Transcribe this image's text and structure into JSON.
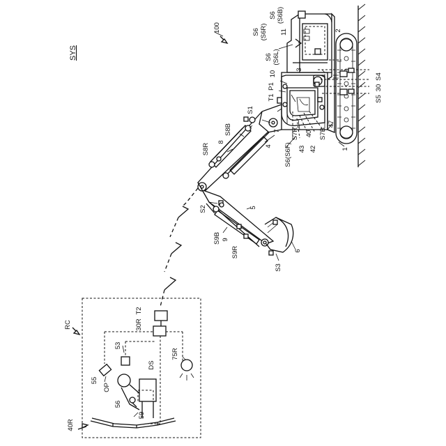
{
  "figure": {
    "sys_label": "SYS",
    "rc_label": "RC",
    "labels": {
      "n100": "100",
      "s6": "S6",
      "s6b": "(S6B)",
      "s6r": "(S6R)",
      "s6l": "(S6L)",
      "s6f": "S6(S6F)",
      "n11": "11",
      "n2": "2",
      "n3": "3",
      "s4": "S4",
      "n30_top": "30",
      "s5": "S5",
      "n10": "10",
      "p1": "P1",
      "t1": "T1",
      "s1": "S1",
      "s8b": "S8B",
      "n8": "8",
      "s8r": "S8R",
      "n7": "7",
      "n4": "4",
      "s7r": "S7R",
      "n40": "40",
      "s7b": "S7B",
      "n43": "43",
      "n42": "42",
      "n47": "47",
      "n1": "1",
      "s2": "S2",
      "n5": "5",
      "s9b": "S9B",
      "n9": "9",
      "s9r": "S9R",
      "n6": "6",
      "s3": "S3",
      "t2": "T2",
      "r30": "30R",
      "n53": "53",
      "n55": "55",
      "op": "OP",
      "ds": "DS",
      "r75": "75R",
      "n56": "56",
      "n59": "59",
      "r40": "40R"
    }
  }
}
